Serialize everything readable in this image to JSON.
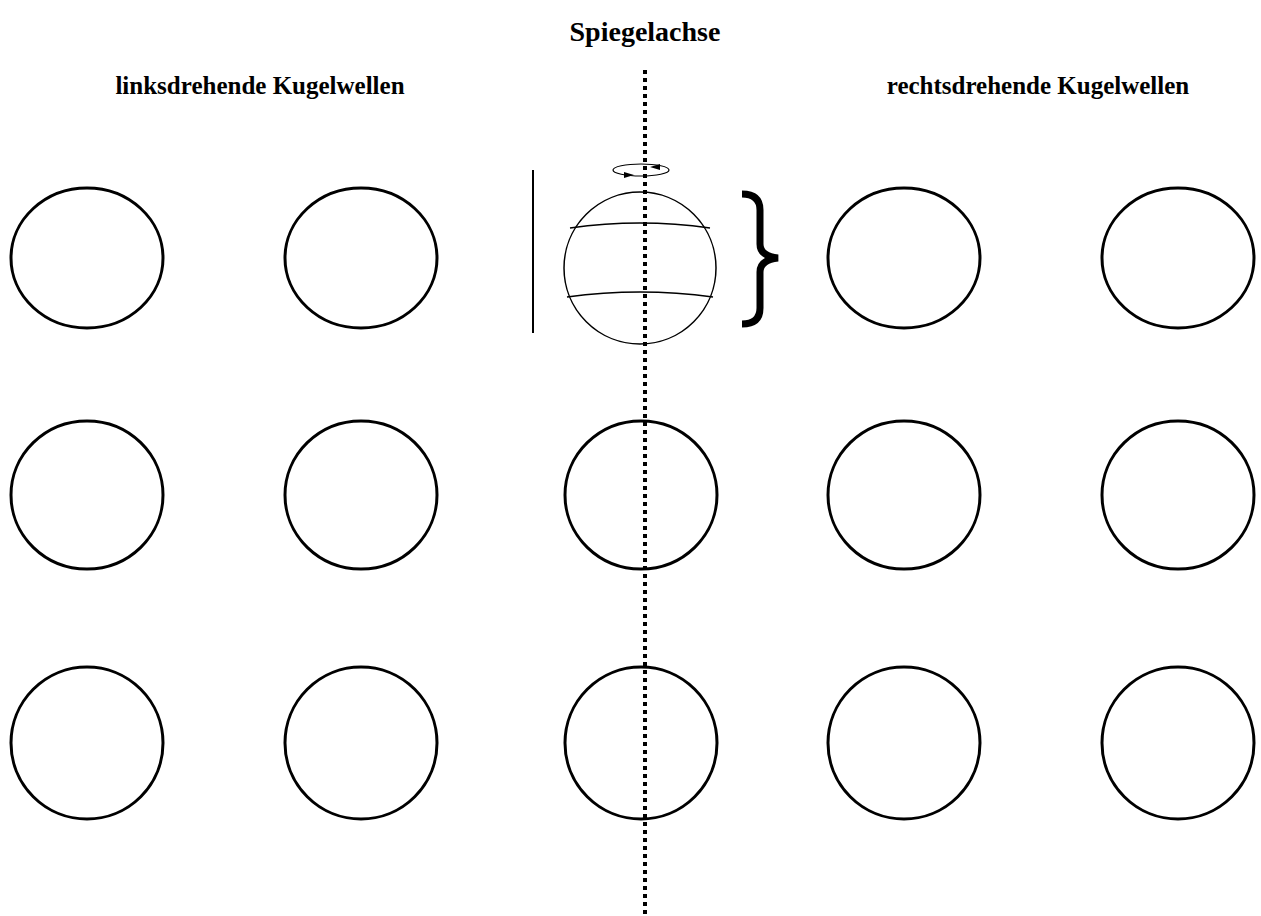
{
  "diagram": {
    "labels": [
      "Spiegelachse",
      "linksdrehende Kugelwellen",
      "rechtsdrehende Kugelwellen"
    ]
  }
}
